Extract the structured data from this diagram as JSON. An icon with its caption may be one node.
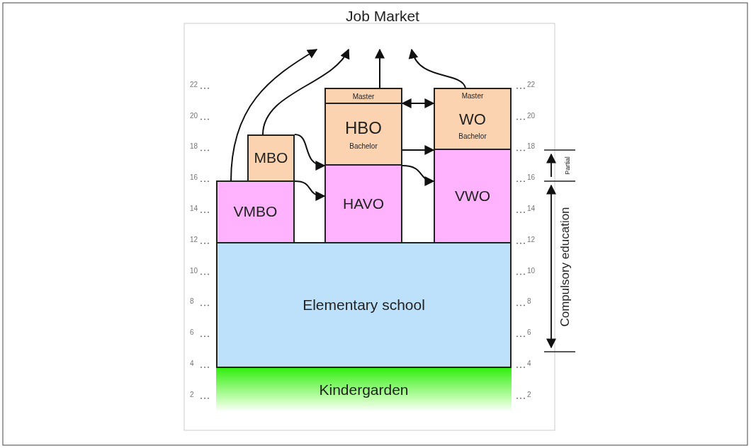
{
  "diagram": {
    "nodes": [
      {
        "text": [
          "Job Market"
        ]
      },
      {
        "text": [
          "Master"
        ]
      },
      {
        "text": [
          "HBO",
          "Bachelor"
        ]
      },
      {
        "text": [
          "Master"
        ]
      },
      {
        "text": [
          "WO",
          "Bachelor"
        ]
      },
      {
        "text": [
          "MBO"
        ]
      },
      {
        "text": [
          "VMBO"
        ]
      },
      {
        "text": [
          "HAVO"
        ]
      },
      {
        "text": [
          "VWO"
        ]
      },
      {
        "text": [
          "Elementary school"
        ]
      },
      {
        "text": [
          "Kindergarden"
        ]
      }
    ],
    "edges": [
      {
        "from": 6,
        "to": 0,
        "arrow": "to"
      },
      {
        "from": 5,
        "to": 0,
        "arrow": "to"
      },
      {
        "from": 1,
        "to": 0,
        "arrow": "to"
      },
      {
        "from": 3,
        "to": 0,
        "arrow": "to"
      },
      {
        "from": 1,
        "to": 3,
        "arrow": "both"
      },
      {
        "from": 5,
        "to": 2,
        "arrow": "to"
      },
      {
        "from": 6,
        "to": 7,
        "arrow": "to"
      },
      {
        "from": 2,
        "to": 4,
        "arrow": "to"
      },
      {
        "from": 7,
        "to": 8,
        "arrow": "to"
      }
    ],
    "labels": [
      "22",
      "20",
      "18",
      "16",
      "14",
      "12",
      "10",
      "8",
      "6",
      "4",
      "2",
      "22",
      "20",
      "18",
      "16",
      "14",
      "12",
      "10",
      "8",
      "6",
      "4",
      "2",
      "Partial",
      "Compulsory education"
    ]
  }
}
